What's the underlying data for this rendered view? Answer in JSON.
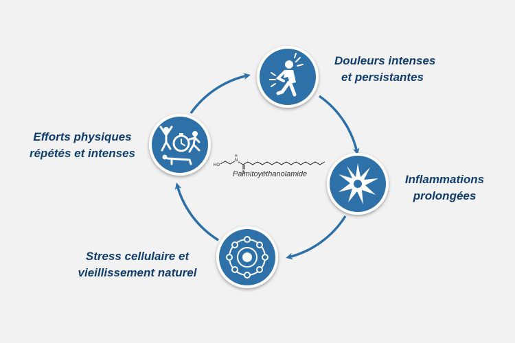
{
  "colors": {
    "circle": "#2d6fa8",
    "arrow": "#2d6fa8",
    "text": "#0f3d6e",
    "background": "#f2f2f2"
  },
  "nodes": [
    {
      "id": "pain",
      "icon": "person-pain-icon",
      "lines": [
        "Douleurs intenses",
        "et persistantes"
      ]
    },
    {
      "id": "inflammation",
      "icon": "burst-icon",
      "lines": [
        "Inflammations",
        "prolongées"
      ]
    },
    {
      "id": "stress",
      "icon": "atom-cells-icon",
      "lines": [
        "Stress cellulaire et",
        "vieillissement naturel"
      ]
    },
    {
      "id": "efforts",
      "icon": "athletes-stopwatch-icon",
      "lines": [
        "Efforts physiques",
        "répétés et intenses"
      ]
    }
  ],
  "molecule": {
    "name": "Palmitoyéthanolamide",
    "atom_ho": "HO",
    "atom_n": "N",
    "atom_h": "H",
    "atom_o": "O"
  }
}
